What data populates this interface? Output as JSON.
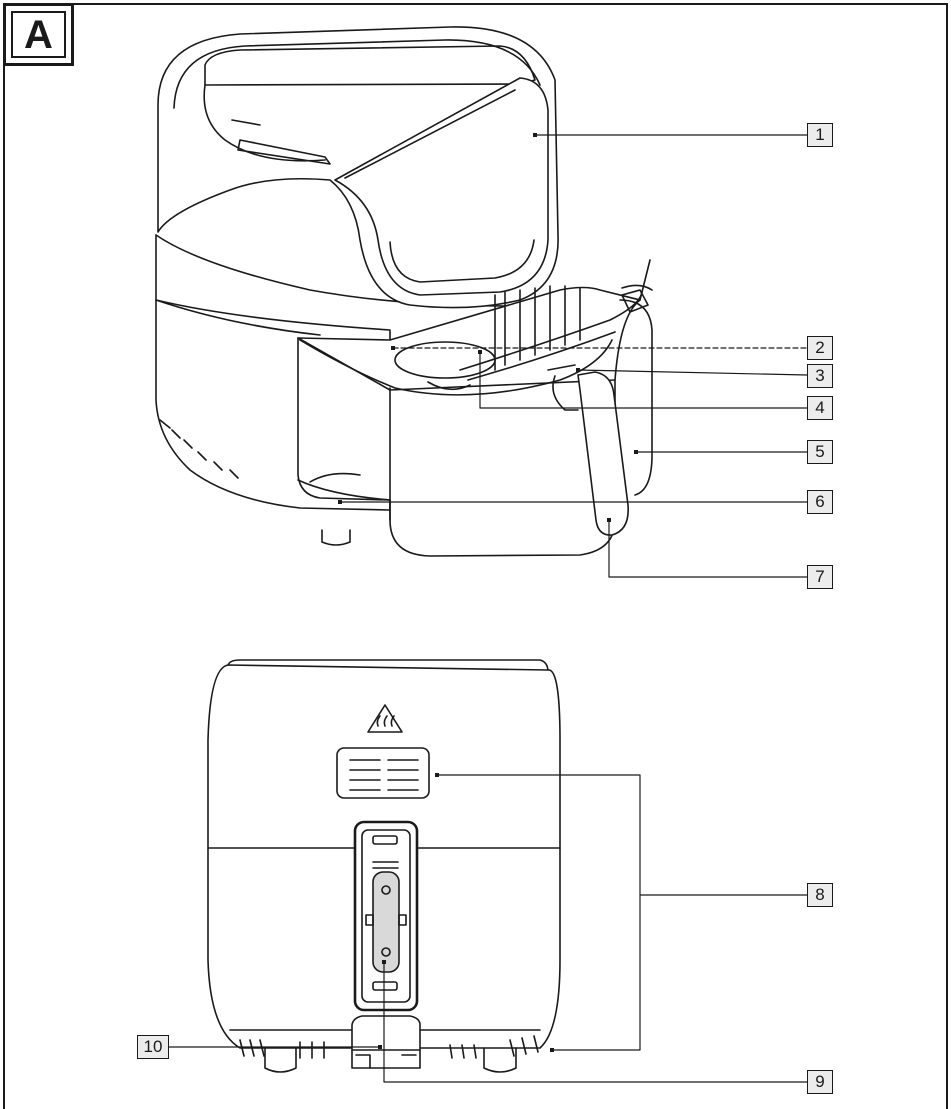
{
  "figure": {
    "tag": "A"
  },
  "callouts": {
    "c1": "1",
    "c2": "2",
    "c3": "3",
    "c4": "4",
    "c5": "5",
    "c6": "6",
    "c7": "7",
    "c8": "8",
    "c9": "9",
    "c10": "10"
  },
  "icons": {
    "hot_surface": "hot-surface-warning-icon"
  },
  "colors": {
    "line": "#1a1a1a",
    "shade": "#d9d9d9",
    "callout_bg": "#ececec"
  }
}
